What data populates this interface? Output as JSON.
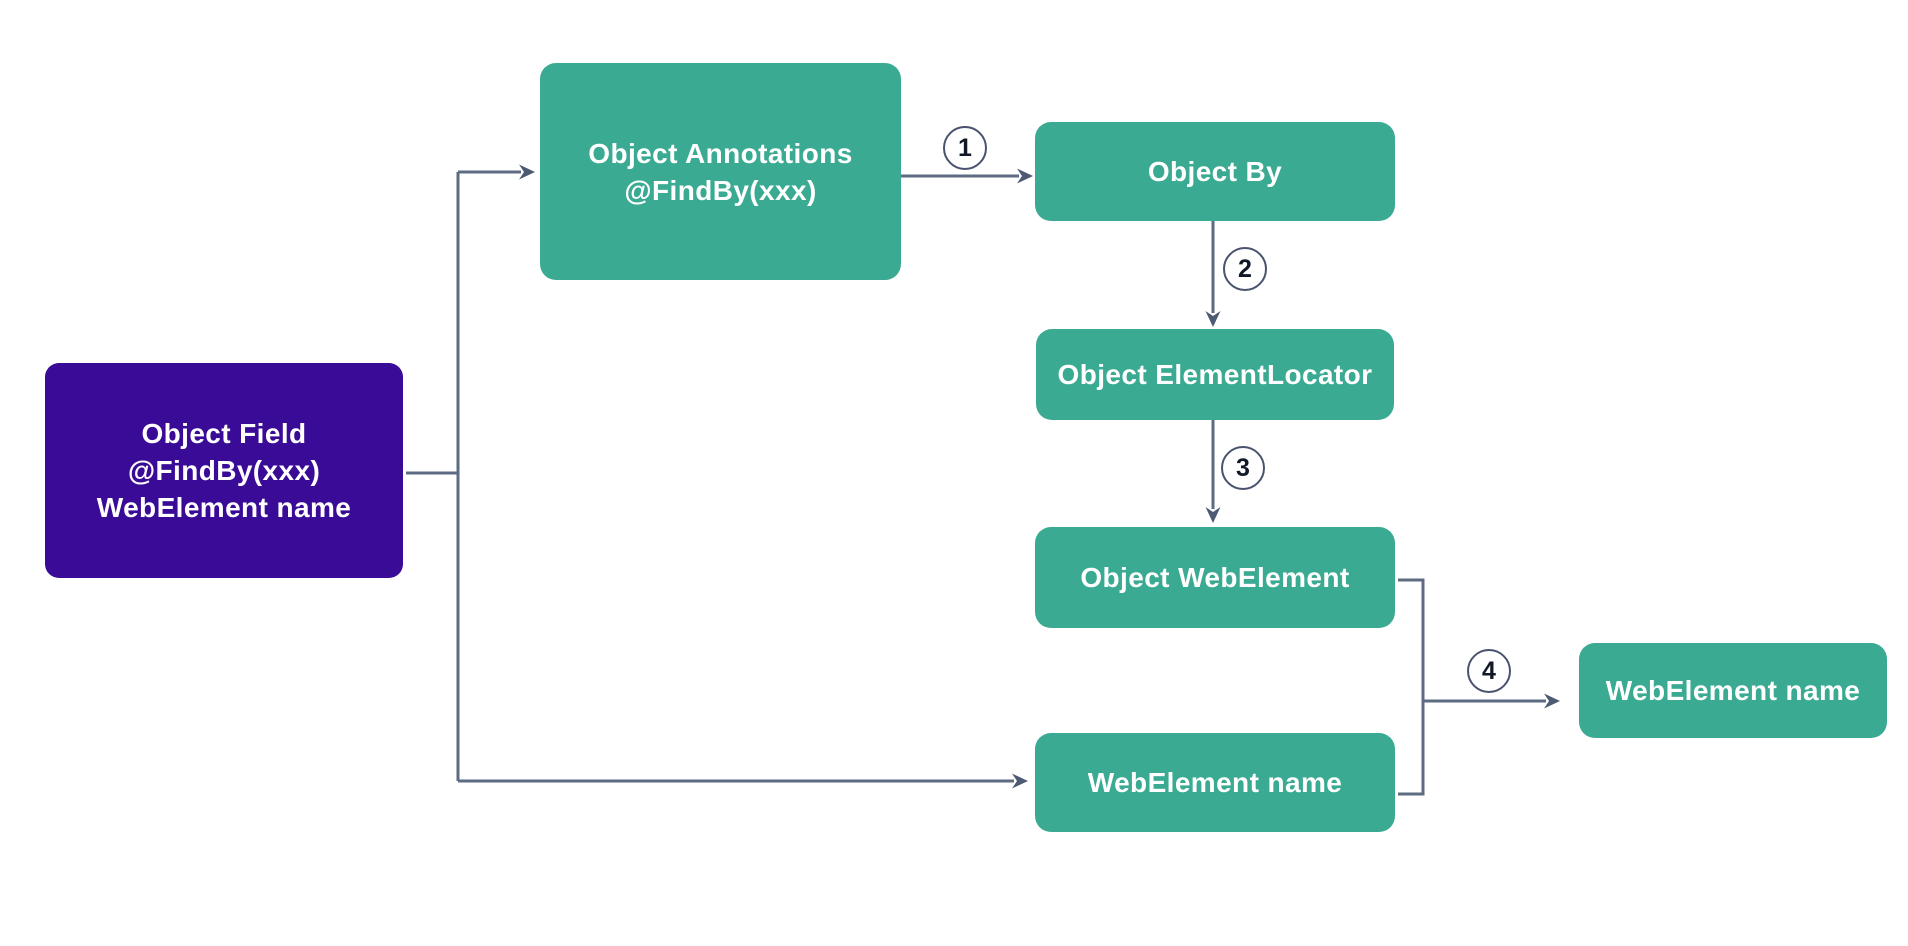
{
  "diagram": {
    "nodes": {
      "object_field": {
        "line1": "Object Field",
        "line2": "@FindBy(xxx)",
        "line3": "WebElement name"
      },
      "object_annotations": {
        "line1": "Object Annotations",
        "line2": "@FindBy(xxx)"
      },
      "object_by": {
        "label": "Object By"
      },
      "object_element_locator": {
        "label": "Object ElementLocator"
      },
      "object_web_element": {
        "label": "Object WebElement"
      },
      "web_element_name_mid": {
        "label": "WebElement name"
      },
      "web_element_name_right": {
        "label": "WebElement name"
      }
    },
    "step_labels": {
      "step1": "1",
      "step2": "2",
      "step3": "3",
      "step4": "4"
    },
    "colors": {
      "node_teal": "#3aab92",
      "node_purple": "#3a0b96",
      "connector_line": "#5d6b83",
      "arrowhead": "#4d5a74",
      "circle_border": "#49536e",
      "step_text": "#111927",
      "node_text": "#ffffff",
      "background": "#ffffff"
    }
  }
}
